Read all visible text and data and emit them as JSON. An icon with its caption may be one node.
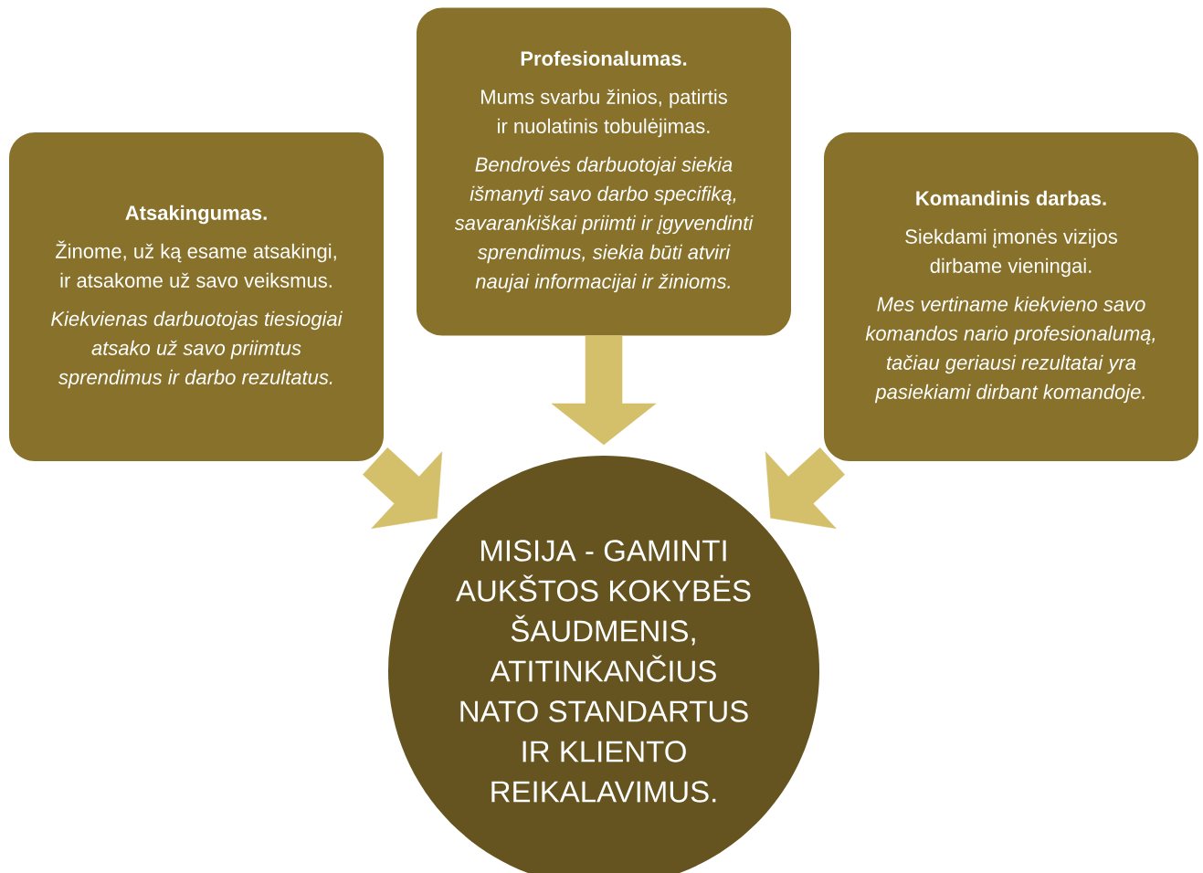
{
  "diagram": {
    "nodes": [
      {
        "text": [
          "Atsakingumas.",
          "Žinome, už ką esame atsakingi, ir atsakome už savo veiksmus.",
          "Kiekvienas darbuotojas tiesiogiai atsako už savo priimtus sprendimus ir darbo rezultatus."
        ]
      },
      {
        "text": [
          "Profesionalumas.",
          "Mums svarbu žinios, patirtis ir nuolatinis tobulėjimas.",
          "Bendrovės darbuotojai siekia išmanyti savo darbo specifiką, savarankiškai priimti ir įgyvendinti sprendimus, siekia būti atviri naujai informacijai ir žinioms."
        ]
      },
      {
        "text": [
          "Komandinis darbas.",
          "Siekdami įmonės vizijos dirbame vieningai.",
          "Mes vertiname kiekvieno savo komandos nario profesionalumą, tačiau geriausi rezultatai yra pasiekiami dirbant komandoje."
        ]
      },
      {
        "text": [
          "MISIJA - GAMINTI AUKŠTOS KOKYBĖS ŠAUDMENIS, ATITINKANČIUS NATO STANDARTUS IR KLIENTO REIKALAVIMUS."
        ]
      }
    ],
    "edges": [
      {
        "from": 0,
        "to": 3,
        "arrow": "to"
      },
      {
        "from": 1,
        "to": 3,
        "arrow": "to"
      },
      {
        "from": 2,
        "to": 3,
        "arrow": "to"
      }
    ]
  }
}
